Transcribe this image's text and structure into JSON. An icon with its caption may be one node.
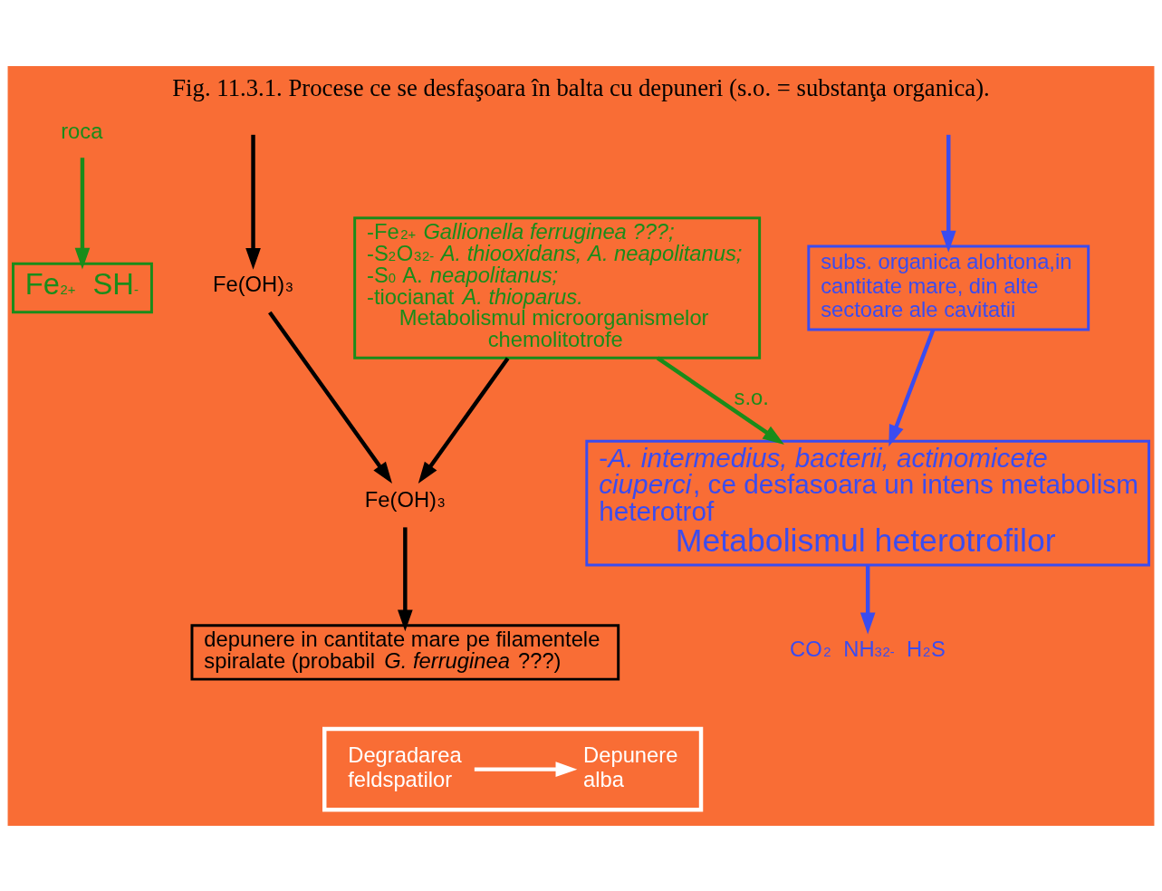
{
  "diagram": {
    "title": "Fig. 11.3.1. Procese ce se desfaşoara în balta cu depuneri (s.o. = substanţa organica).",
    "nodes": [
      {
        "text": [
          "roca"
        ]
      },
      {
        "text": [
          "Fe$^{2+}$  SH$^{-}$"
        ]
      },
      {
        "text": [
          "-Fe$^{2+}$ *Gallionella ferruginea ???;*",
          "-S$_{2}$O$_{3}$$^{2-}$ *A. thiooxidans, A. neapolitanus;*",
          "-S$^{0}$ A. *neapolitanus;*",
          "-tiocianat *A. thioparus.*",
          "Metabolismul microorganismelor chemolitotrofe"
        ]
      },
      {
        "text": [
          "Fe(OH)$_{3}$"
        ]
      },
      {
        "text": [
          "Fe(OH)$_{3}$"
        ]
      },
      {
        "text": [
          "depunere in cantitate mare pe filamentele spiralate (probabil *G. ferruginea* ???)"
        ]
      },
      {
        "text": [
          "subs. organica alohtona,in cantitate mare, din alte sectoare ale cavitatii"
        ]
      },
      {
        "text": [
          "-*A. intermedius, bacterii, actinomicete ciuperci*, ce desfasoara un intens metabolism heterotrof",
          "Metabolismul heterotrofilor"
        ]
      },
      {
        "text": [
          "CO$_{2}$  NH$_{3}$$^{2-}$  H$_{2}$S"
        ]
      },
      {
        "text": [],
        "shape": "box"
      },
      {
        "text": [
          "Degradarea feldspatilor"
        ],
        "in": 9
      },
      {
        "text": [
          "Depunere alba"
        ],
        "in": 9
      }
    ],
    "edges": [
      {
        "from": 0,
        "to": 1,
        "arrow": "to",
        "color": "#1a8c1a"
      },
      {
        "from": null,
        "to": 3,
        "arrow": "to"
      },
      {
        "from": null,
        "to": 6,
        "arrow": "to",
        "color": "#3a4cf0"
      },
      {
        "from": 6,
        "to": 7,
        "arrow": "to",
        "color": "#3a4cf0"
      },
      {
        "from": 2,
        "to": 7,
        "arrow": "to",
        "label": "s.o.",
        "color": "#1a8c1a"
      },
      {
        "from": 2,
        "to": 4,
        "arrow": "to"
      },
      {
        "from": 3,
        "to": 4,
        "arrow": "to"
      },
      {
        "from": 4,
        "to": 5,
        "arrow": "to"
      },
      {
        "from": 7,
        "to": 8,
        "arrow": "to",
        "color": "#3a4cf0"
      },
      {
        "from": 10,
        "to": 11,
        "arrow": "to",
        "color": "#ffffff"
      }
    ]
  }
}
